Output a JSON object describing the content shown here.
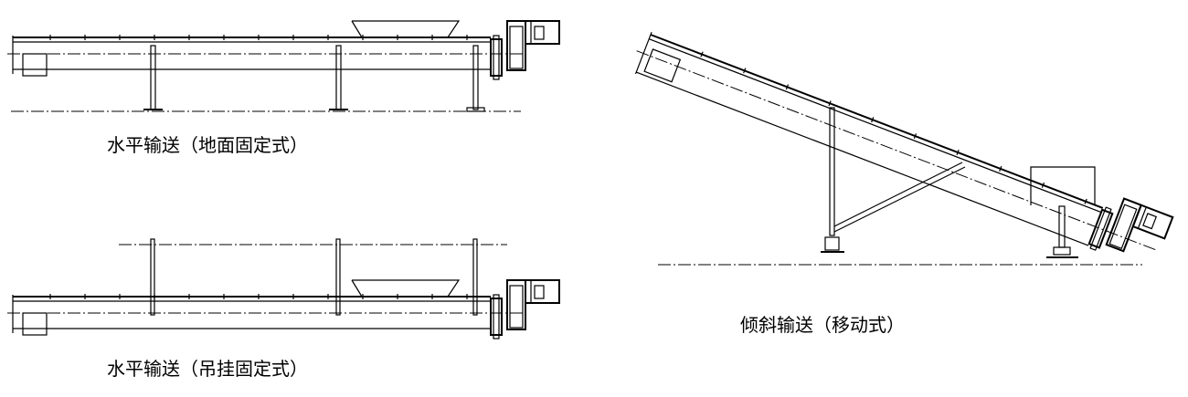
{
  "captions": {
    "horizontal_floor": "水平输送（地面固定式）",
    "horizontal_hanging": "水平输送（吊挂固定式）",
    "inclined_mobile": "倾斜输送（移动式）"
  }
}
